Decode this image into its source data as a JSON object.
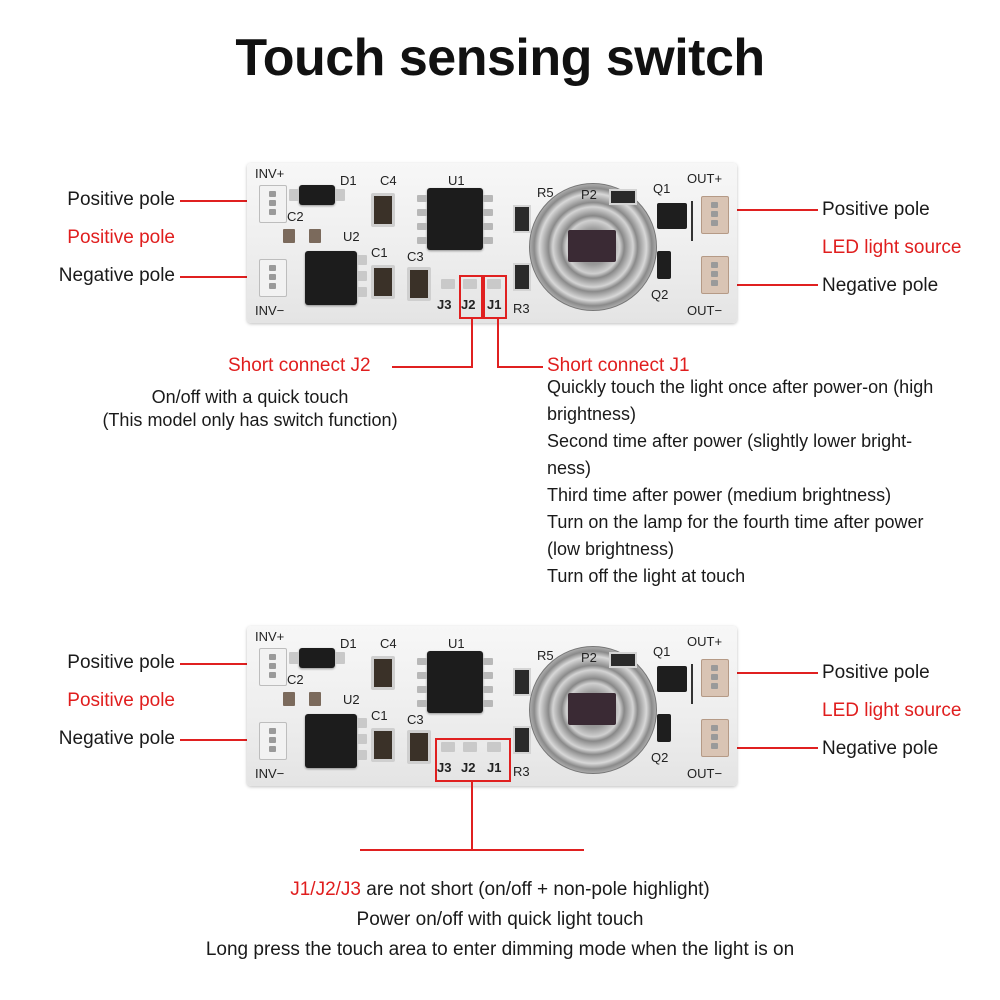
{
  "title": "Touch sensing switch",
  "board_silk": {
    "inv_plus": "INV+",
    "inv_minus": "INV−",
    "out_plus": "OUT+",
    "out_minus": "OUT−",
    "d1": "D1",
    "c4": "C4",
    "u1": "U1",
    "c2": "C2",
    "u2": "U2",
    "c1": "C1",
    "c3": "C3",
    "r5": "R5",
    "p2": "P2",
    "q1": "Q1",
    "q2": "Q2",
    "r3": "R3",
    "j3": "J3",
    "j2": "J2",
    "j1": "J1"
  },
  "top": {
    "left_labels": [
      "Positive pole",
      "Positive pole",
      "Negative pole"
    ],
    "right_labels": [
      "Positive pole",
      "LED light source",
      "Negative pole"
    ],
    "j2_title": "Short connect J2",
    "j2_desc": [
      "On/off with a quick touch",
      "(This model only has switch function)"
    ],
    "j1_title": "Short connect J1",
    "j1_desc": [
      "Quickly touch the light once after power-on (high",
      "brightness)",
      "Second time after power (slightly lower bright-",
      "ness)",
      "Third time after power (medium brightness)",
      "Turn on the lamp for the fourth time after power",
      "(low brightness)",
      "Turn off the light at touch"
    ]
  },
  "bottom": {
    "left_labels": [
      "Positive pole",
      "Positive pole",
      "Negative pole"
    ],
    "right_labels": [
      "Positive pole",
      "LED light source",
      "Negative pole"
    ],
    "note_red": "J1/J2/J3",
    "note_rest": " are not short (on/off + non-pole highlight)",
    "lines": [
      "Power on/off with quick light touch",
      "Long press the touch area to enter dimming mode when the light is on"
    ]
  },
  "colors": {
    "accent": "#e01e1e",
    "text": "#1a1a1a"
  }
}
